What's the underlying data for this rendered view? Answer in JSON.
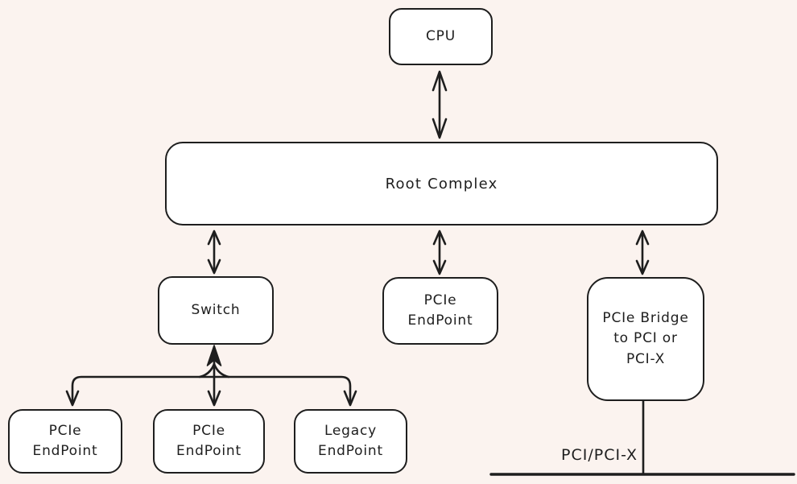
{
  "diagram": {
    "background_color": "#fbf3ef",
    "stroke_color": "#1e1e1e",
    "node_fill_color": "#ffffff",
    "nodes": {
      "cpu": {
        "label": "CPU"
      },
      "root_complex": {
        "label": "Root Complex"
      },
      "switch": {
        "label": "Switch"
      },
      "pcie_endpoint_mid": {
        "label": "PCIe\nEndPoint"
      },
      "pcie_bridge": {
        "label": "PCIe Bridge\nto PCI or\nPCI-X"
      },
      "pcie_endpoint_left": {
        "label": "PCIe\nEndPoint"
      },
      "pcie_endpoint_center": {
        "label": "PCIe\nEndPoint"
      },
      "legacy_endpoint": {
        "label": "Legacy\nEndPoint"
      }
    },
    "bus_label": "PCI/PCI-X"
  }
}
